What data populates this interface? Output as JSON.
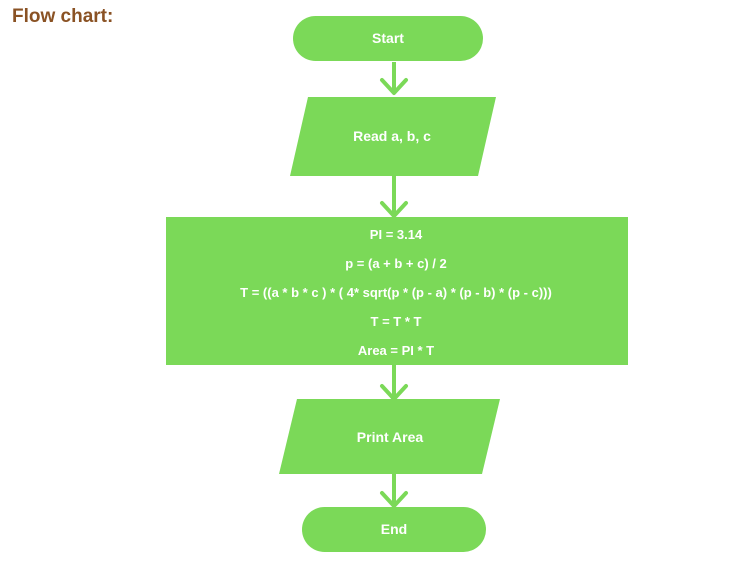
{
  "heading": "Flow chart:",
  "colors": {
    "shape_fill": "#7bd958",
    "text": "#ffffff",
    "heading": "#8a5224"
  },
  "nodes": {
    "start": {
      "shape": "terminator",
      "label": "Start"
    },
    "input": {
      "shape": "parallelogram",
      "label": "Read a, b, c"
    },
    "process": {
      "shape": "rectangle",
      "lines": [
        "PI = 3.14",
        "p = (a + b + c) / 2",
        "T = ((a * b * c ) * ( 4* sqrt(p * (p - a) * (p - b) * (p - c)))",
        "T = T * T",
        "Area = PI * T"
      ]
    },
    "output": {
      "shape": "parallelogram",
      "label": "Print Area"
    },
    "end": {
      "shape": "terminator",
      "label": "End"
    }
  },
  "edges": [
    {
      "from": "start",
      "to": "input"
    },
    {
      "from": "input",
      "to": "process"
    },
    {
      "from": "process",
      "to": "output"
    },
    {
      "from": "output",
      "to": "end"
    }
  ]
}
